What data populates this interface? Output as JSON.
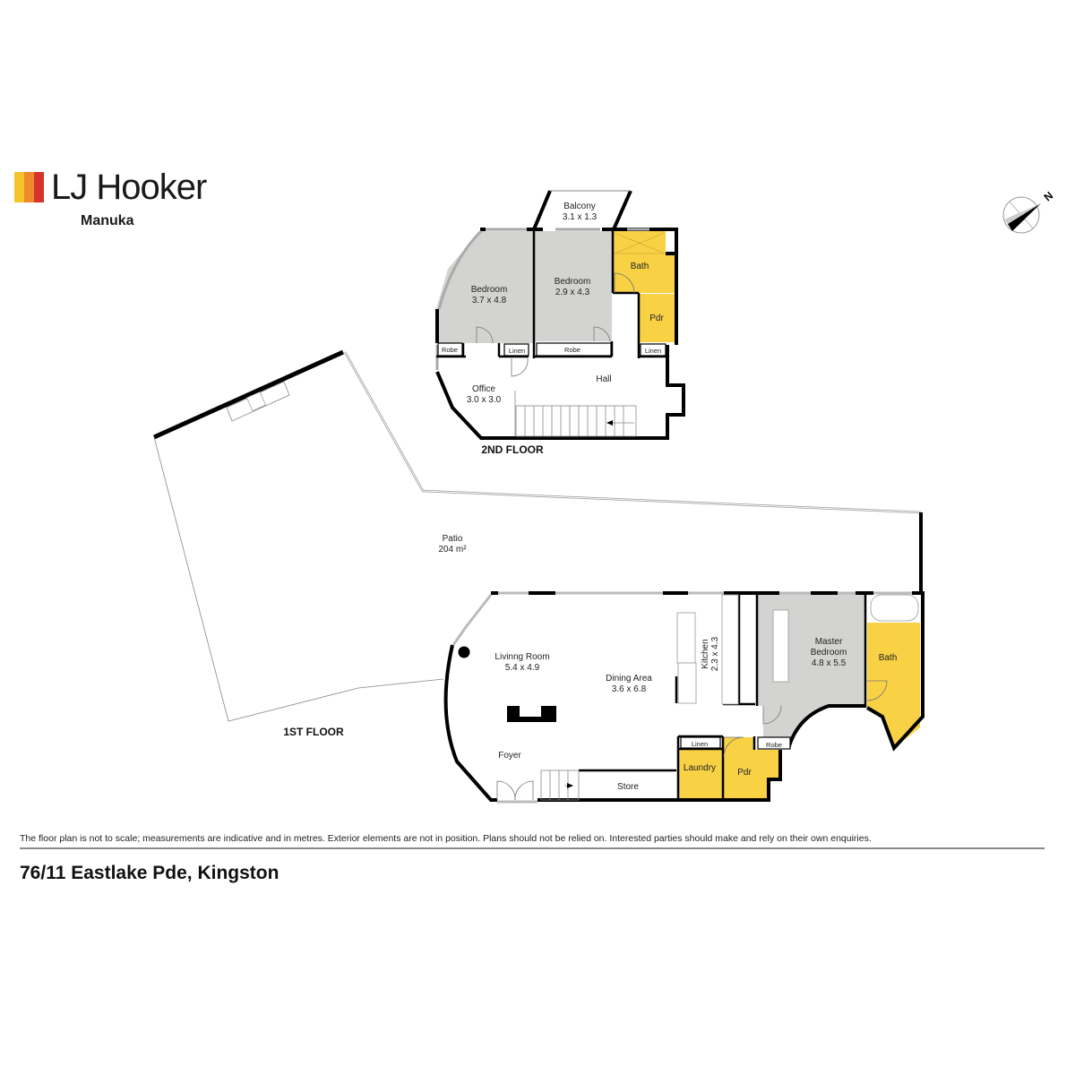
{
  "brand": {
    "name": "LJ Hooker",
    "office": "Manuka",
    "colors": [
      "#f6c32c",
      "#ee8a2c",
      "#d9322a"
    ]
  },
  "compass": {
    "label": "N",
    "icon": "north-arrow-icon"
  },
  "colors": {
    "wall": "#000000",
    "bedroom_fill": "#d3d3d1",
    "wet_area_fill": "#f8d145",
    "background": "#ffffff"
  },
  "floors": {
    "second": {
      "label": "2ND FLOOR",
      "rooms": [
        {
          "name": "Balcony",
          "size": "3.1 x 1.3"
        },
        {
          "name": "Bedroom",
          "size": "3.7 x 4.8"
        },
        {
          "name": "Bedroom",
          "size": "2.9 x 4.3"
        },
        {
          "name": "Bath",
          "size": ""
        },
        {
          "name": "Pdr",
          "size": ""
        },
        {
          "name": "Robe",
          "size": ""
        },
        {
          "name": "Linen",
          "size": ""
        },
        {
          "name": "Robe",
          "size": ""
        },
        {
          "name": "Linen",
          "size": ""
        },
        {
          "name": "Office",
          "size": "3.0 x 3.0"
        },
        {
          "name": "Hall",
          "size": ""
        }
      ]
    },
    "first": {
      "label": "1ST FLOOR",
      "rooms": [
        {
          "name": "Patio",
          "size": "204 m²"
        },
        {
          "name": "Livinng Room",
          "size": "5.4 x 4.9"
        },
        {
          "name": "Dining Area",
          "size": "3.6 x 6.8"
        },
        {
          "name": "Kitchen",
          "size": "2.3 x 4.3"
        },
        {
          "name": "Master",
          "name2": "Bedroom",
          "size": "4.8 x 5.5"
        },
        {
          "name": "Bath",
          "size": ""
        },
        {
          "name": "Foyer",
          "size": ""
        },
        {
          "name": "Store",
          "size": ""
        },
        {
          "name": "Linen",
          "size": ""
        },
        {
          "name": "Laundry",
          "size": ""
        },
        {
          "name": "Pdr",
          "size": ""
        },
        {
          "name": "Robe",
          "size": ""
        }
      ]
    }
  },
  "footer": {
    "disclaimer": "The floor plan is not to scale; measurements are indicative and in metres. Exterior elements are not in position. Plans should not be relied on. Interested parties should make and rely on their own enquiries.",
    "address": "76/11 Eastlake Pde, Kingston"
  }
}
